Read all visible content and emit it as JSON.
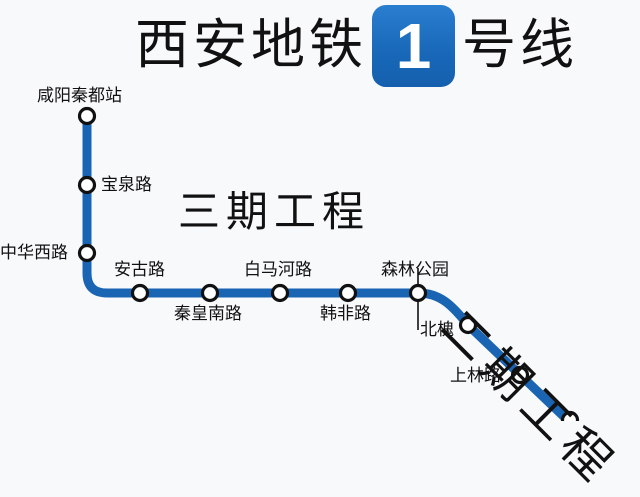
{
  "title": {
    "prefix": "西安地铁",
    "line_number": "1",
    "suffix": "号线",
    "badge_color": "#1867b8"
  },
  "phases": {
    "phase3_label": "三期工程",
    "phase2_label": "二期工程"
  },
  "line": {
    "color": "#1a64b4",
    "station_stroke": "#111111",
    "station_fill": "#ffffff"
  },
  "stations": [
    {
      "name": "咸阳秦都站"
    },
    {
      "name": "宝泉路"
    },
    {
      "name": "中华西路"
    },
    {
      "name": "安古路"
    },
    {
      "name": "秦皇南路"
    },
    {
      "name": "白马河路"
    },
    {
      "name": "韩非路"
    },
    {
      "name": "森林公园"
    },
    {
      "name": "北槐"
    },
    {
      "name": "上林路"
    }
  ]
}
